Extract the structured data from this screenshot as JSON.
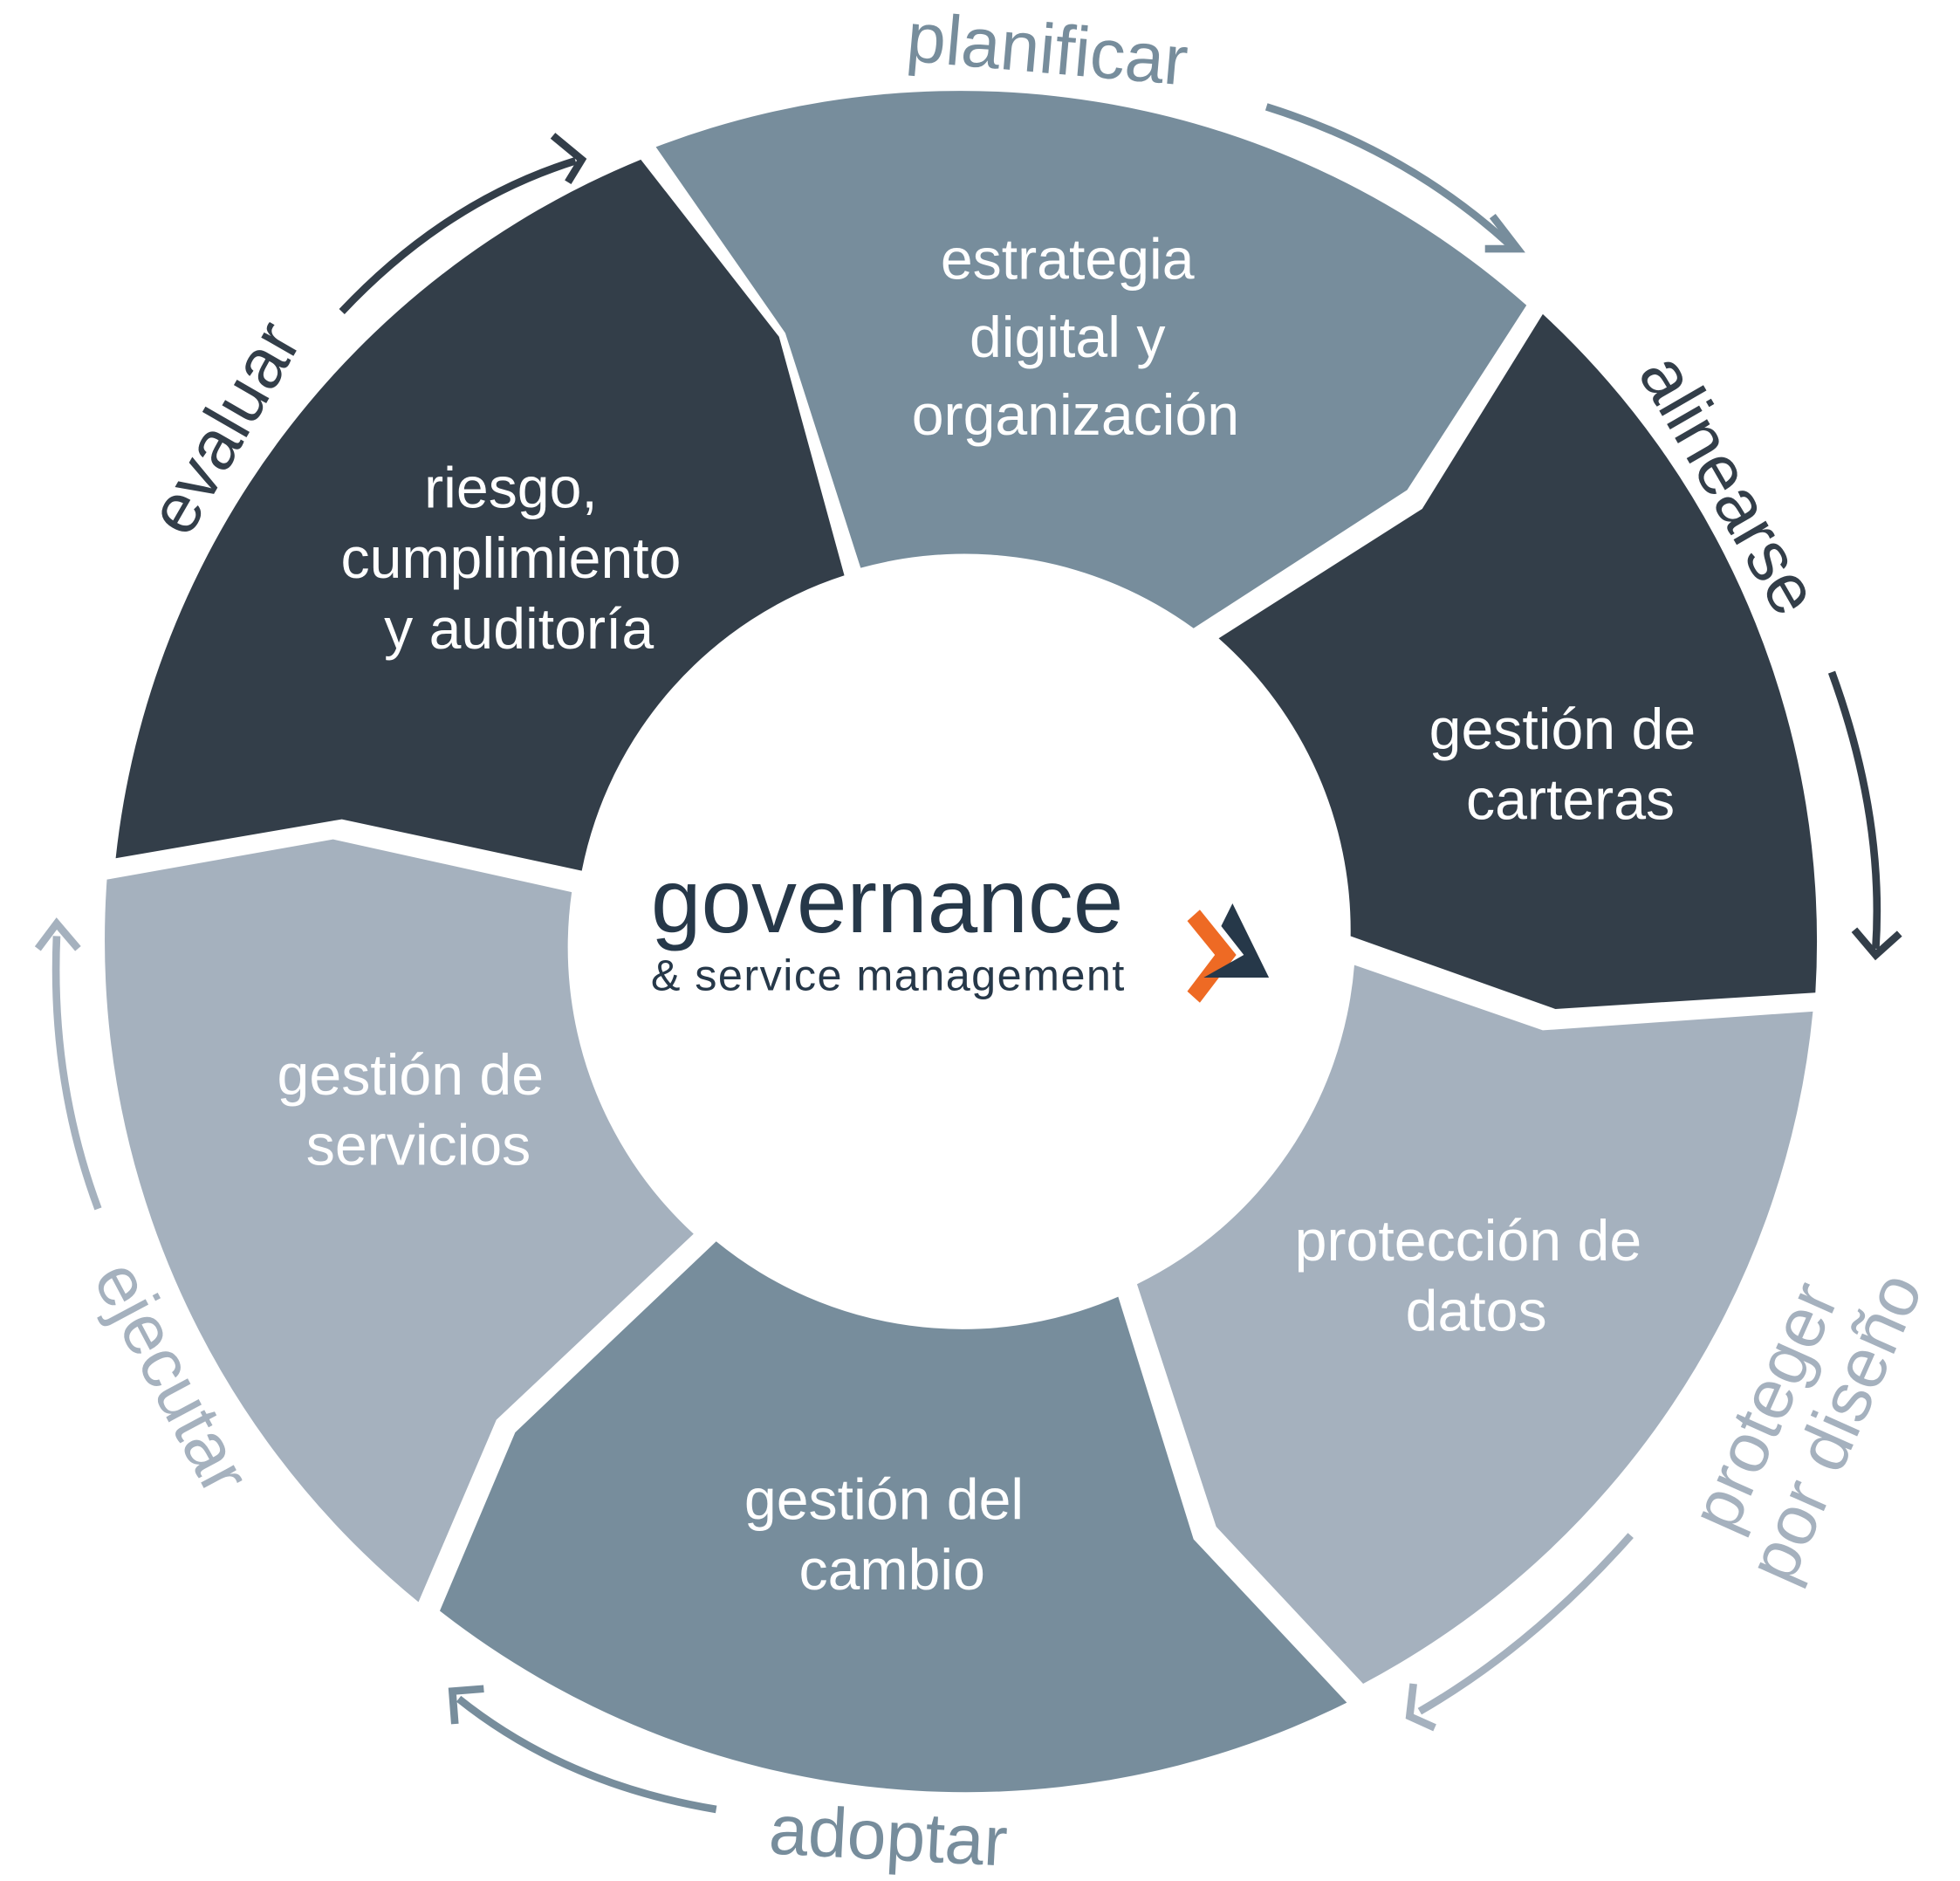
{
  "colors": {
    "dark": "#333e49",
    "mid": "#778d9c",
    "light": "#a5b1be",
    "orange": "#ee6a24",
    "navy": "#263849"
  },
  "logo": {
    "main": "governance",
    "sub": "& service management"
  },
  "segments": [
    {
      "lines": [
        "estrategia",
        "digital y",
        "organización"
      ]
    },
    {
      "lines": [
        "gestión de",
        "carteras"
      ]
    },
    {
      "lines": [
        "protección de",
        "datos"
      ]
    },
    {
      "lines": [
        "gestión del",
        "cambio"
      ]
    },
    {
      "lines": [
        "gestión de",
        "servicios"
      ]
    },
    {
      "lines": [
        "riesgo,",
        "cumplimiento",
        "y auditoría"
      ]
    }
  ],
  "phases": {
    "planificar": "planificar",
    "alinearse": "alinearse",
    "proteger": [
      "proteger",
      "por diseño"
    ],
    "adoptar": "adoptar",
    "ejecutar": "ejecutar",
    "evaluar": "evaluar"
  }
}
